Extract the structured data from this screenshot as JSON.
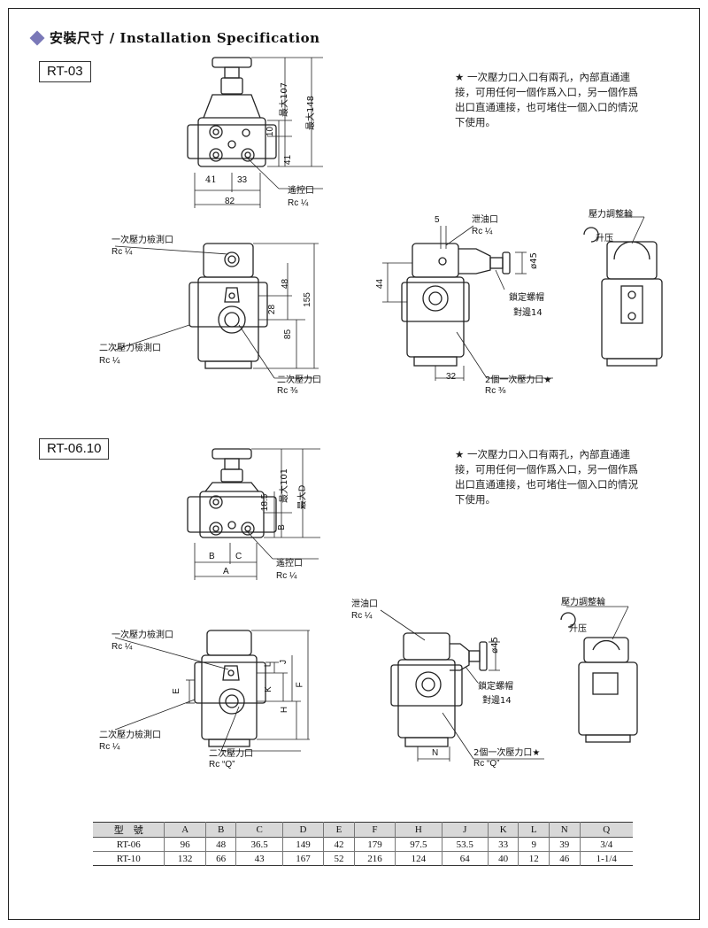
{
  "header": {
    "title": "安裝尺寸 / Installation Specification"
  },
  "sections": [
    {
      "model": "RT-03",
      "note": "★ 一次壓力口入口有兩孔，內部直通連接，可用任何一個作爲入口，另一個作爲出口直通連接，也可堵住一個入口的情況下使用。",
      "top_view": {
        "dims": {
          "max_h": "最大107",
          "max_total": "最大148",
          "d10": "10",
          "d41_v": "41",
          "d41": "41",
          "d33": "33",
          "d82": "82"
        },
        "labels": {
          "remote": "遙控口",
          "remote_rc": "Rc ¼"
        }
      },
      "front_view": {
        "dims": {
          "d48": "48",
          "d28": "28",
          "d85": "85",
          "d155": "155"
        },
        "labels": {
          "p1_gauge": "一次壓力檢測口",
          "p1_gauge_rc": "Rc ¼",
          "p2_gauge": "二次壓力檢測口",
          "p2_gauge_rc": "Rc ¼",
          "p2_port": "二次壓力口",
          "p2_port_rc": "Rc ⅜"
        }
      },
      "side_view": {
        "dims": {
          "d5": "5",
          "d44": "44",
          "dia45": "ø45",
          "d32": "32"
        },
        "labels": {
          "drain": "泄油口",
          "drain_rc": "Rc ¼",
          "lock_nut": "鎖定螺帽",
          "lock_nut_size": "對邊14",
          "p1_ports": "2個一次壓力口★",
          "p1_ports_rc": "Rc ⅜"
        }
      },
      "rear_view": {
        "labels": {
          "wheel": "壓力調整輪",
          "raise": "升压"
        }
      }
    },
    {
      "model": "RT-06.10",
      "note": "★ 一次壓力口入口有兩孔，內部直通連接，可用任何一個作爲入口，另一個作爲出口直通連接，也可堵住一個入口的情況下使用。",
      "top_view": {
        "dims": {
          "max_h": "最大101",
          "max_total": "最大D",
          "d185": "18.5",
          "dB_v": "B",
          "dB": "B",
          "dC": "C",
          "dA": "A"
        },
        "labels": {
          "remote": "遙控口",
          "remote_rc": "Rc ¼"
        }
      },
      "front_view": {
        "dims": {
          "dL": "L",
          "dJ": "J",
          "dK": "K",
          "dE": "E",
          "dH": "H",
          "dF": "F"
        },
        "labels": {
          "p1_gauge": "一次壓力檢測口",
          "p1_gauge_rc": "Rc ¼",
          "p2_gauge": "二次壓力檢測口",
          "p2_gauge_rc": "Rc ¼",
          "p2_port": "二次壓力口",
          "p2_port_rc": "Rc “Q”"
        }
      },
      "side_view": {
        "dims": {
          "dia45": "ø45",
          "dN": "N"
        },
        "labels": {
          "drain": "泄油口",
          "drain_rc": "Rc ¼",
          "lock_nut": "鎖定螺帽",
          "lock_nut_size": "對邊14",
          "p1_ports": "2個一次壓力口★",
          "p1_ports_rc": "Rc “Q”"
        }
      },
      "rear_view": {
        "labels": {
          "wheel": "壓力調整輪",
          "raise": "升压"
        }
      }
    }
  ],
  "table": {
    "headers": [
      "型　號",
      "A",
      "B",
      "C",
      "D",
      "E",
      "F",
      "H",
      "J",
      "K",
      "L",
      "N",
      "Q"
    ],
    "rows": [
      [
        "RT-06",
        "96",
        "48",
        "36.5",
        "149",
        "42",
        "179",
        "97.5",
        "53.5",
        "33",
        "9",
        "39",
        "3/4"
      ],
      [
        "RT-10",
        "132",
        "66",
        "43",
        "167",
        "52",
        "216",
        "124",
        "64",
        "40",
        "12",
        "46",
        "1-1/4"
      ]
    ]
  }
}
